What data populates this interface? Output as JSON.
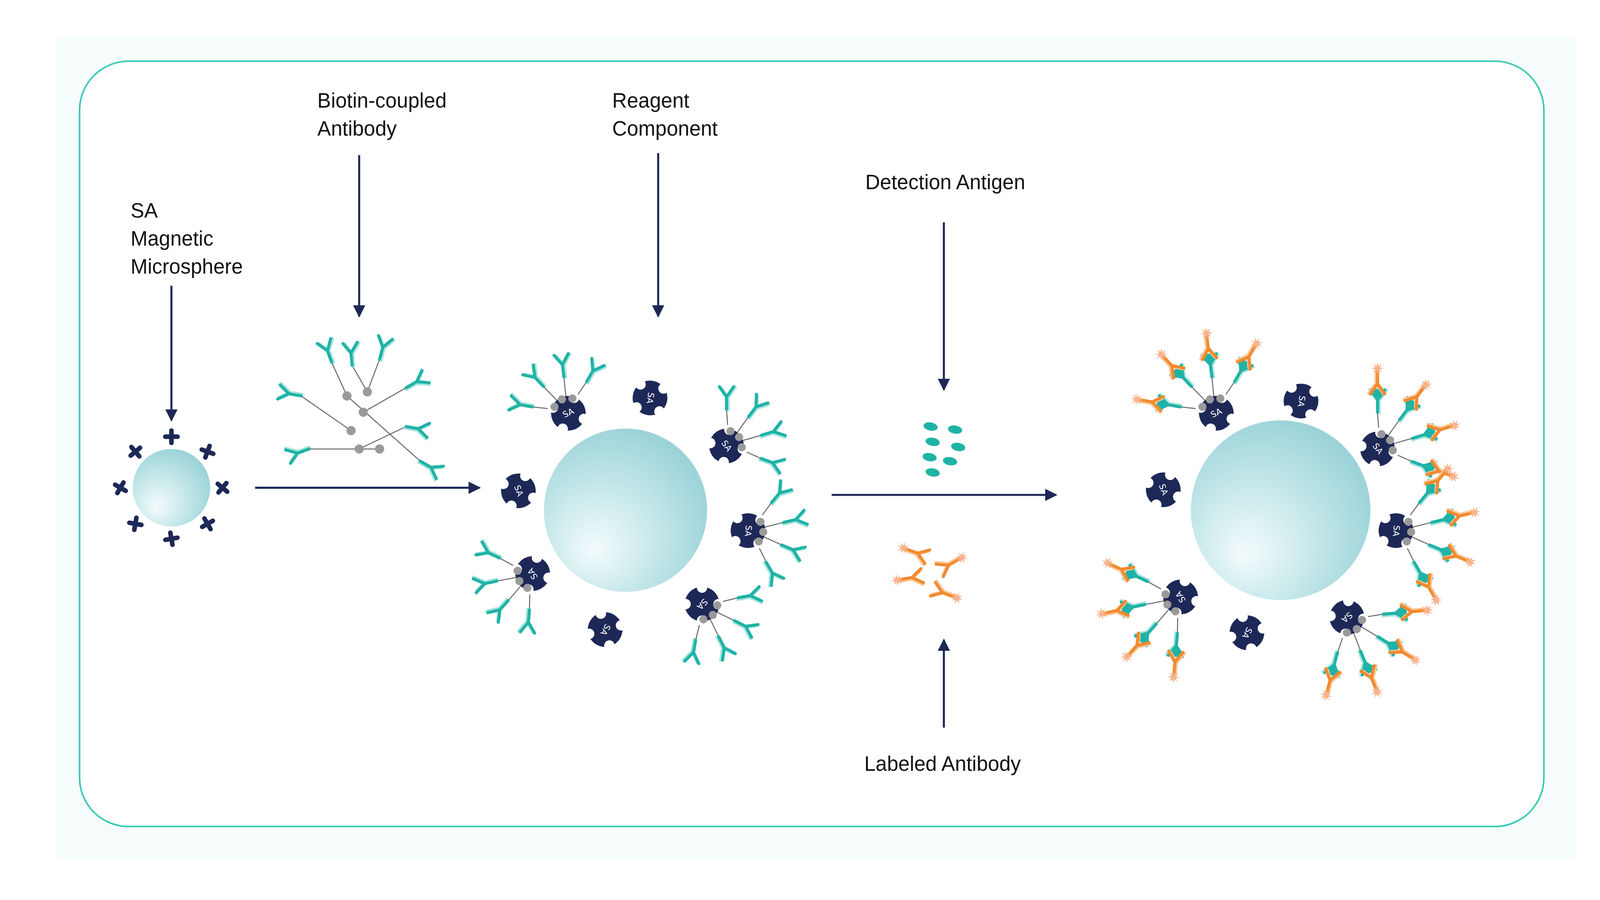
{
  "diagram": {
    "labels": [
      "SA Magnetic Microsphere",
      "Biotin-coupled Antibody",
      "Reagent Component",
      "Detection Antigen",
      "Labeled Antibody",
      "SA",
      "SA",
      "SA",
      "SA",
      "SA",
      "SA",
      "SA",
      "SA",
      "SA",
      "SA",
      "SA",
      "SA",
      "SA",
      "SA",
      "SA",
      "SA"
    ]
  }
}
